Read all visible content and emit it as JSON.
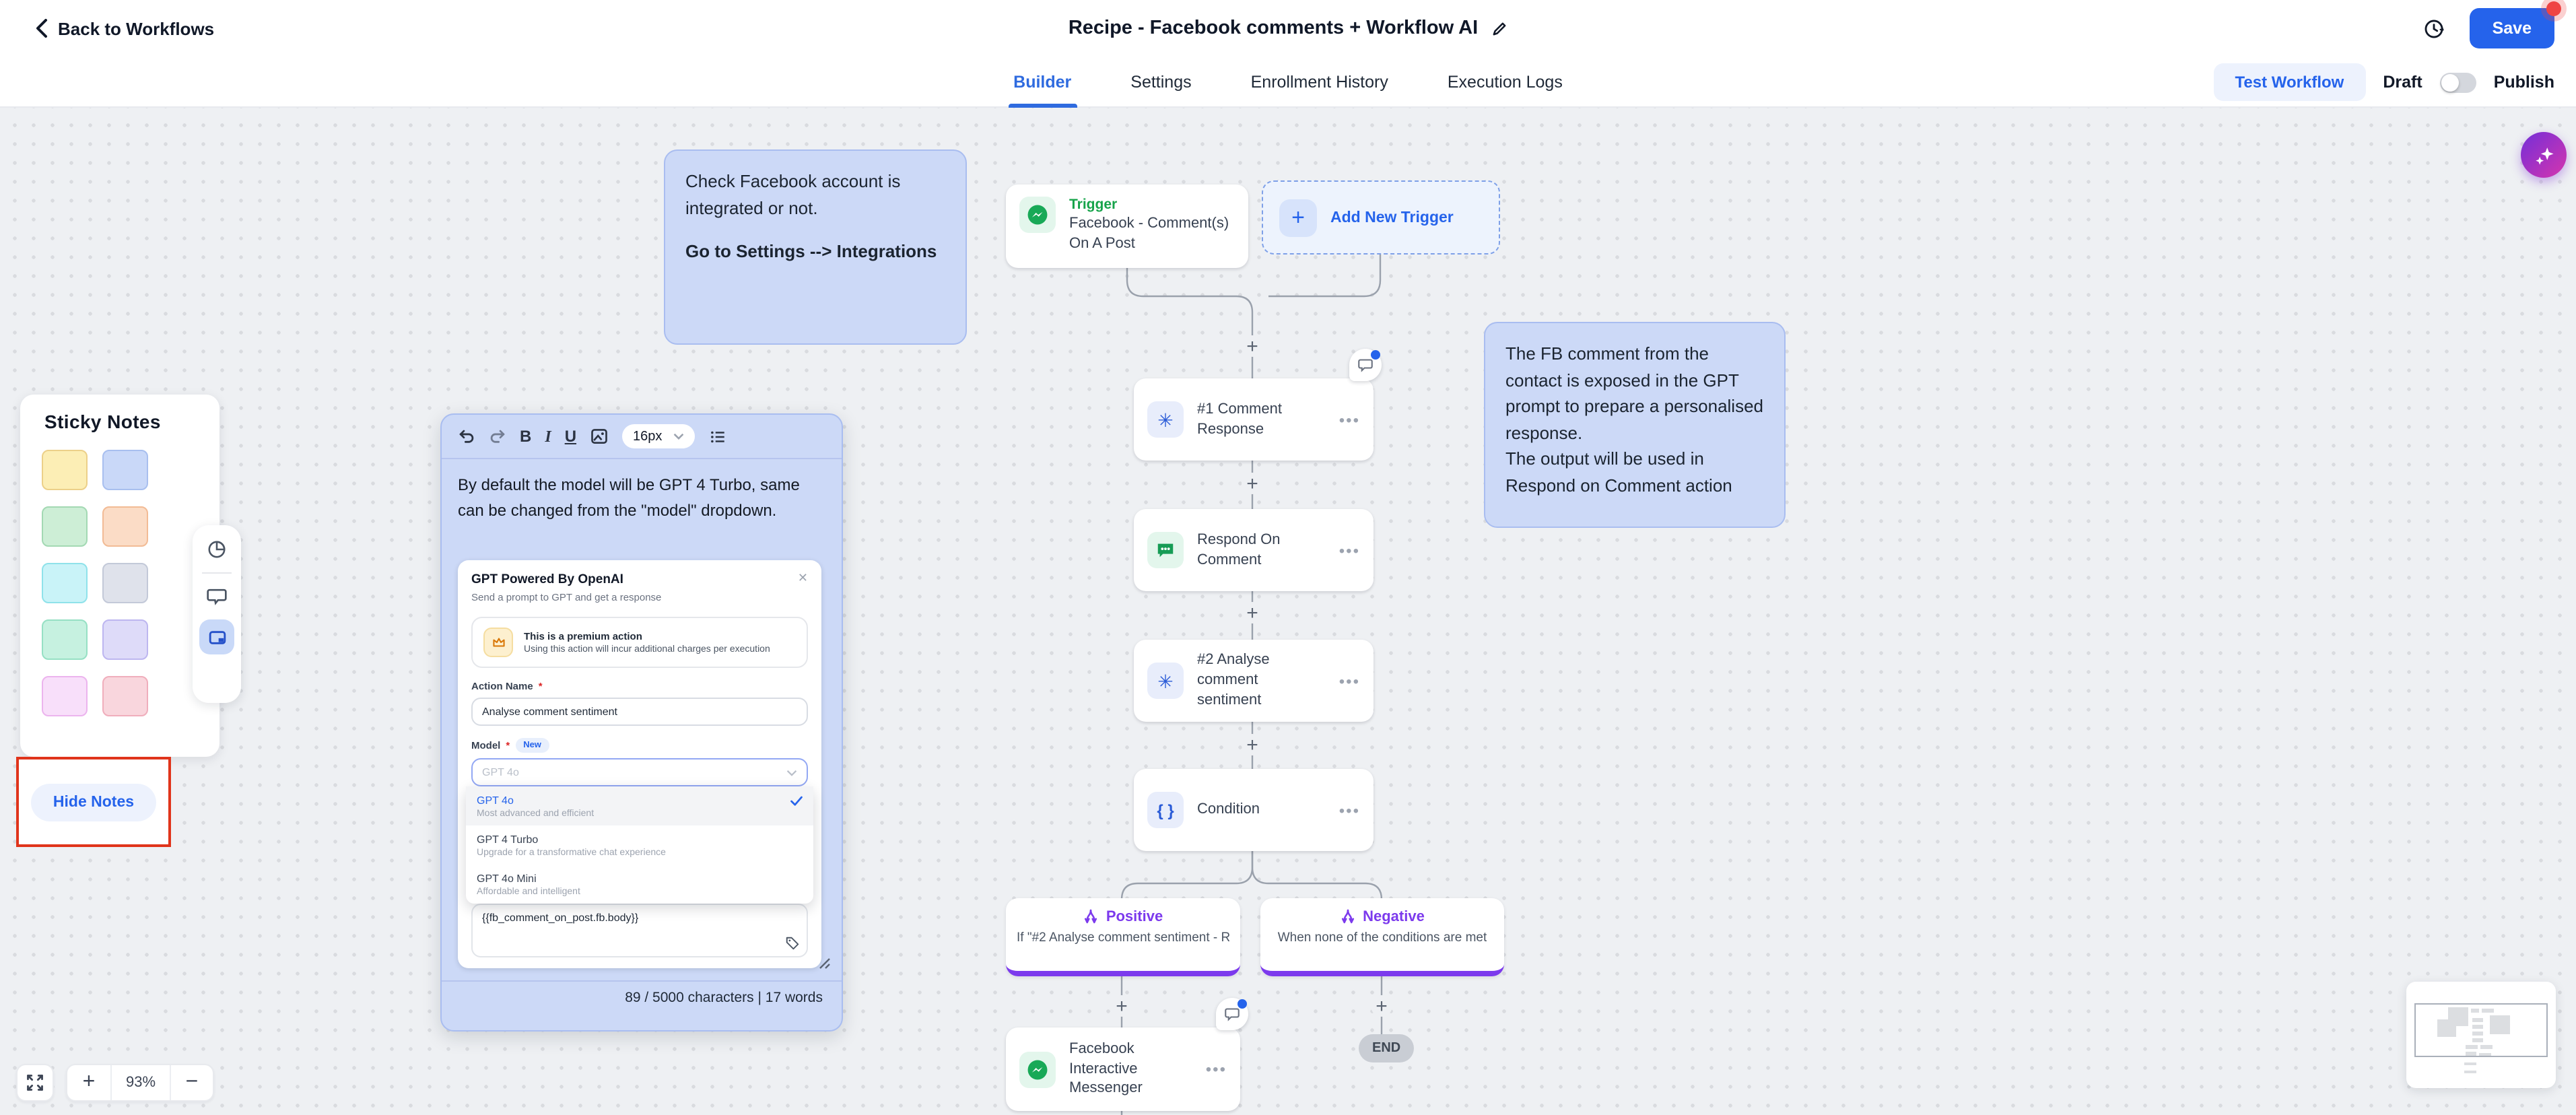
{
  "header": {
    "back": "Back to Workflows",
    "title": "Recipe - Facebook comments + Workflow AI",
    "save": "Save"
  },
  "tabs": {
    "builder": "Builder",
    "settings": "Settings",
    "enrollment": "Enrollment History",
    "execution": "Execution Logs",
    "test_workflow": "Test Workflow",
    "draft": "Draft",
    "publish": "Publish"
  },
  "panel": {
    "title": "Sticky Notes",
    "hide": "Hide Notes",
    "colors": [
      {
        "fill": "#fceeb5",
        "border": "#ecd089"
      },
      {
        "fill": "#c9d8f8",
        "border": "#a8bfef"
      },
      {
        "fill": "#cdeed6",
        "border": "#a3d9b3"
      },
      {
        "fill": "#fbdcc6",
        "border": "#f2bb95"
      },
      {
        "fill": "#c9f3f8",
        "border": "#8fe2ea"
      },
      {
        "fill": "#dfe2eb",
        "border": "#c3c9d8"
      },
      {
        "fill": "#c6f1e0",
        "border": "#96e0c4"
      },
      {
        "fill": "#dedbf9",
        "border": "#bdb6f0"
      },
      {
        "fill": "#f8dffa",
        "border": "#ecb4ee"
      },
      {
        "fill": "#f9d6dd",
        "border": "#f0aebc"
      }
    ]
  },
  "canvas": {
    "note_fb_line1": "Check Facebook account is integrated or not.",
    "note_fb_line2": "Go to Settings --> Integrations",
    "note_gpt_line1": "The FB comment from the contact is exposed in the GPT prompt to prepare a personalised response.",
    "note_gpt_line2": "The output will be used in Respond on Comment action",
    "trigger_kicker": "Trigger",
    "trigger_title": "Facebook - Comment(s) On A Post",
    "add_new_trigger": "Add New Trigger",
    "node1": "#1 Comment Response",
    "node2": "Respond On Comment",
    "node3": "#2 Analyse comment sentiment",
    "condition": "Condition",
    "positive_label": "Positive",
    "positive_desc": "If \"#2 Analyse comment sentiment - R...",
    "negative_label": "Negative",
    "negative_desc": "When none of the conditions are met",
    "fb_messenger": "Facebook Interactive Messenger",
    "end": "END"
  },
  "editor": {
    "font_size": "16px",
    "body": "By default the model will be GPT 4 Turbo, same can be changed from the \"model\" dropdown.",
    "counter": "89 / 5000 characters | 17 words"
  },
  "modal": {
    "title": "GPT Powered By OpenAI",
    "subtitle": "Send a prompt to GPT and get a response",
    "premium_title": "This is a premium action",
    "premium_sub": "Using this action will incur additional charges per execution",
    "action_name_label": "Action Name",
    "required_mark": "*",
    "action_name_value": "Analyse comment sentiment",
    "model_label": "Model",
    "new_badge": "New",
    "model_placeholder": "GPT 4o",
    "options": [
      {
        "name": "GPT 4o",
        "desc": "Most advanced and efficient"
      },
      {
        "name": "GPT 4 Turbo",
        "desc": "Upgrade for a transformative chat experience"
      },
      {
        "name": "GPT 4o Mini",
        "desc": "Affordable and intelligent"
      }
    ],
    "prompt_value": "{{fb_comment_on_post.fb.body}}"
  },
  "zoom": {
    "level": "93%"
  },
  "colors": {
    "accent_blue": "#2563eb",
    "branch_purple": "#7c3aed",
    "trigger_green": "#16a34a",
    "note_blue": "#ccd9f7"
  }
}
